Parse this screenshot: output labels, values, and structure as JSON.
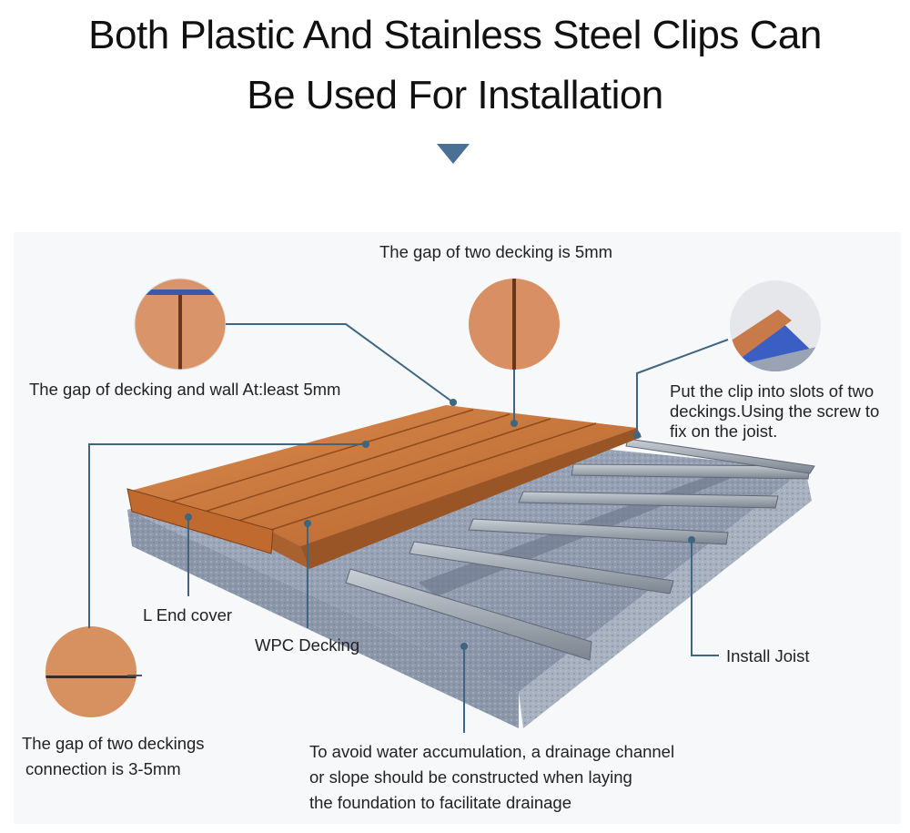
{
  "title_line1": "Both Plastic And Stainless Steel Clips Can",
  "title_line2": "Be Used For Installation",
  "labels": {
    "gap_wall": "The gap of decking and wall At:least 5mm",
    "gap_two": "The gap of two decking is 5mm",
    "clip_line1": "Put the clip into slots of two",
    "clip_line2": "deckings.Using the screw to",
    "clip_line3": "fix on the joist.",
    "l_end": "L End cover",
    "wpc": "WPC Decking",
    "joist": "Install Joist",
    "conn_line1": "The gap of two deckings",
    "conn_line2": "connection is 3-5mm",
    "drain_line1": "To avoid water accumulation, a drainage channel",
    "drain_line2": "or slope should be constructed when laying",
    "drain_line3": "the foundation to facilitate drainage"
  },
  "colors": {
    "leader": "#3f6680",
    "arrow": "#4a7096",
    "wood": "#c8783f",
    "concrete": "#8a95a8",
    "joist": "#9aa2ad"
  }
}
